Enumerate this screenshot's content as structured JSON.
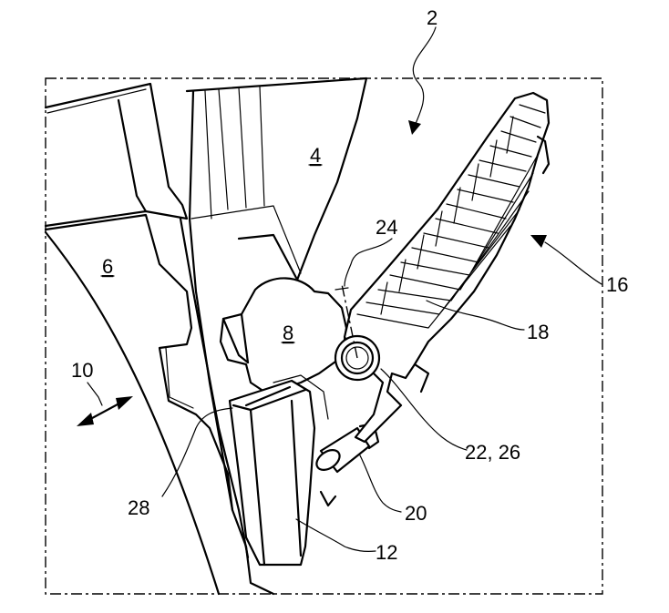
{
  "labels": {
    "n2": "2",
    "n4": "4",
    "n6": "6",
    "n8": "8",
    "n10": "10",
    "n12": "12",
    "n16": "16",
    "n18": "18",
    "n20": "20",
    "n22_26": "22, 26",
    "n24": "24",
    "n28": "28"
  }
}
